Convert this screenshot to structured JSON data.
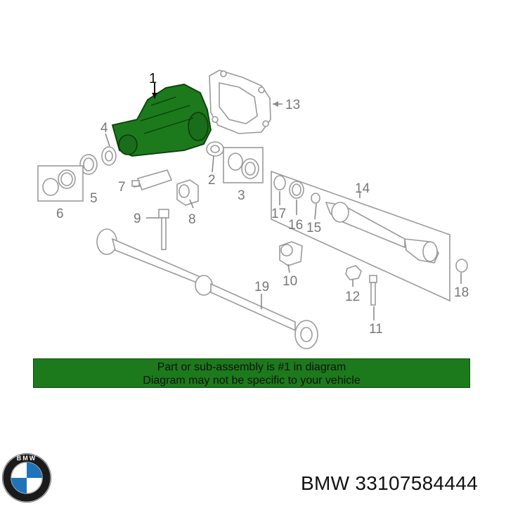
{
  "callouts": [
    {
      "id": "c1",
      "label": "1",
      "highlight": true
    },
    {
      "id": "c2",
      "label": "2"
    },
    {
      "id": "c3",
      "label": "3"
    },
    {
      "id": "c4",
      "label": "4"
    },
    {
      "id": "c5",
      "label": "5"
    },
    {
      "id": "c6",
      "label": "6"
    },
    {
      "id": "c7",
      "label": "7"
    },
    {
      "id": "c8",
      "label": "8"
    },
    {
      "id": "c9",
      "label": "9"
    },
    {
      "id": "c10",
      "label": "10"
    },
    {
      "id": "c11",
      "label": "11"
    },
    {
      "id": "c12",
      "label": "12"
    },
    {
      "id": "c13",
      "label": "13"
    },
    {
      "id": "c14",
      "label": "14"
    },
    {
      "id": "c15",
      "label": "15"
    },
    {
      "id": "c16",
      "label": "16"
    },
    {
      "id": "c17",
      "label": "17"
    },
    {
      "id": "c18",
      "label": "18"
    },
    {
      "id": "c19",
      "label": "19"
    }
  ],
  "banner": {
    "line1": "Part or sub-assembly is #1 in diagram",
    "line2": "Diagram may not be specific to your vehicle"
  },
  "brand": {
    "logo_letters": "BMW",
    "part_number": "BMW 33107584444"
  },
  "colors": {
    "highlight_part": "#1c7a1c",
    "banner": "#1c7a1c",
    "outline": "#9a9a9a"
  }
}
